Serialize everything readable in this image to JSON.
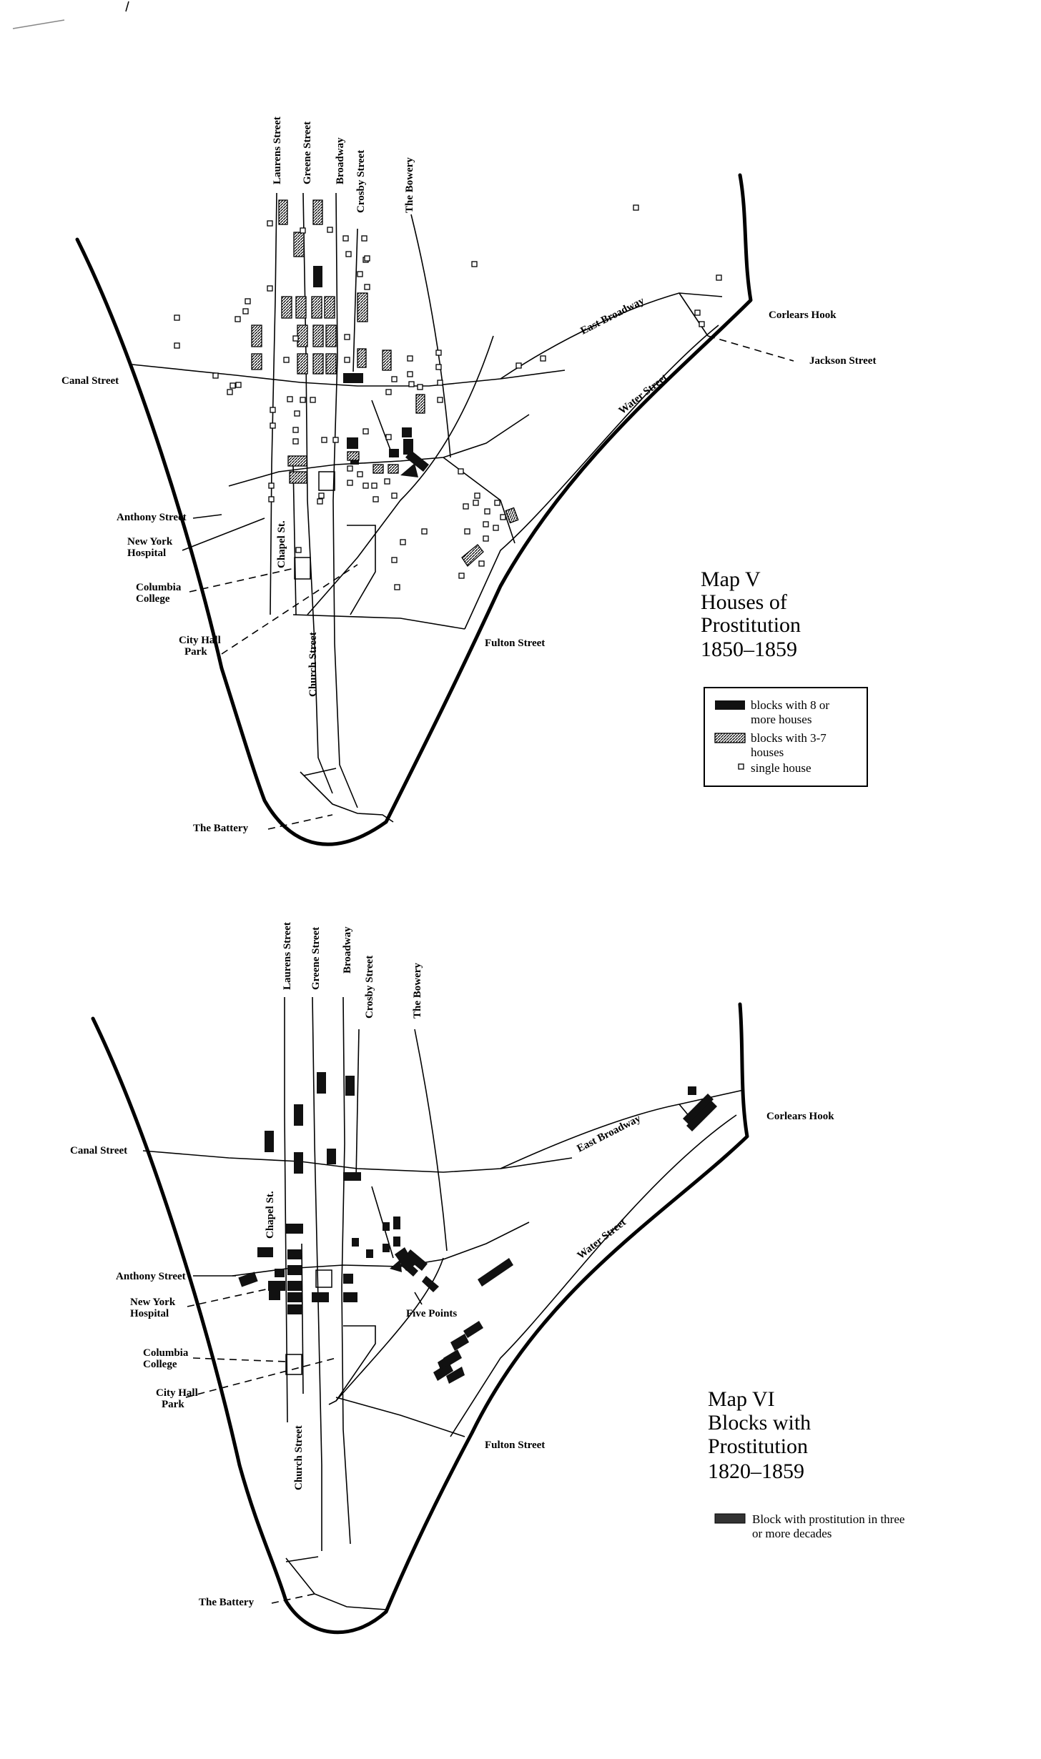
{
  "map_v": {
    "title_lines": [
      "Map V",
      "Houses of",
      "Prostitution",
      "1850–1859"
    ],
    "legend": {
      "dark": "blocks with 8 or more houses",
      "dark_l1": "blocks with 8 or",
      "dark_l2": "more houses",
      "hatch_l1": "blocks with 3-7",
      "hatch_l2": "houses",
      "single": "single house"
    },
    "labels": {
      "laurens": "Laurens Street",
      "greene": "Greene Street",
      "broadway": "Broadway",
      "crosby": "Crosby Street",
      "bowery": "The Bowery",
      "canal": "Canal Street",
      "east_broadway": "East Broadway",
      "corlears": "Corlears Hook",
      "jackson": "Jackson Street",
      "water": "Water Street",
      "anthony": "Anthony Street",
      "hospital_1": "New York",
      "hospital_2": "Hospital",
      "chapel": "Chapel St.",
      "columbia_1": "Columbia",
      "columbia_2": "College",
      "cityhall_1": "City Hall",
      "cityhall_2": "Park",
      "fulton": "Fulton Street",
      "church": "Church Street",
      "battery": "The Battery"
    }
  },
  "map_vi": {
    "title_lines": [
      "Map VI",
      "Blocks with",
      "Prostitution",
      "1820–1859"
    ],
    "legend": {
      "l1": "Block with prostitution in three",
      "l2": "or more decades"
    },
    "labels": {
      "laurens": "Laurens Street",
      "greene": "Greene Street",
      "broadway": "Broadway",
      "crosby": "Crosby Street",
      "bowery": "The Bowery",
      "canal": "Canal Street",
      "east_broadway": "East Broadway",
      "corlears": "Corlears Hook",
      "chapel": "Chapel St.",
      "anthony": "Anthony Street",
      "hospital_1": "New York",
      "hospital_2": "Hospital",
      "five_points": "Five Points",
      "water": "Water Street",
      "columbia_1": "Columbia",
      "columbia_2": "College",
      "cityhall_1": "City Hall",
      "cityhall_2": "Park",
      "fulton": "Fulton Street",
      "church": "Church Street",
      "battery": "The Battery"
    }
  }
}
